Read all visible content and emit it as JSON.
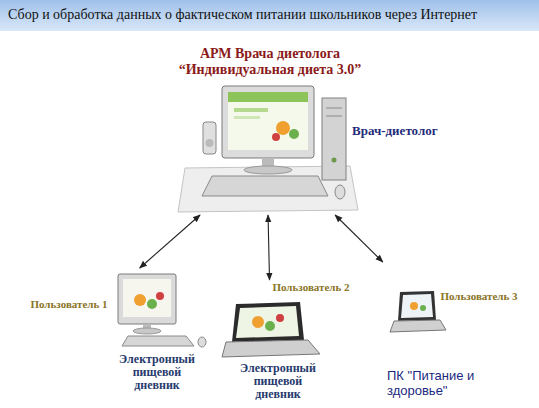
{
  "diagram": {
    "title": "Сбор и обработка данных о фактическом питании школьников через Интернет",
    "nodes": [
      {
        "text": [
          "АРМ Врача диетолога “Индивидуальная диета 3.0”",
          "Врач-диетолог"
        ]
      },
      {
        "text": [
          "Пользователь 1",
          "Электронный пищевой дневник"
        ]
      },
      {
        "text": [
          "Пользователь 2",
          "Электронный пищевой дневник"
        ]
      },
      {
        "text": [
          "Пользователь 3",
          "ПК \"Питание и здоровье\""
        ]
      }
    ],
    "edges": [
      {
        "from": 0,
        "to": 1,
        "arrow": "both"
      },
      {
        "from": 0,
        "to": 2,
        "arrow": "both"
      },
      {
        "from": 0,
        "to": 3,
        "arrow": "both"
      }
    ]
  }
}
